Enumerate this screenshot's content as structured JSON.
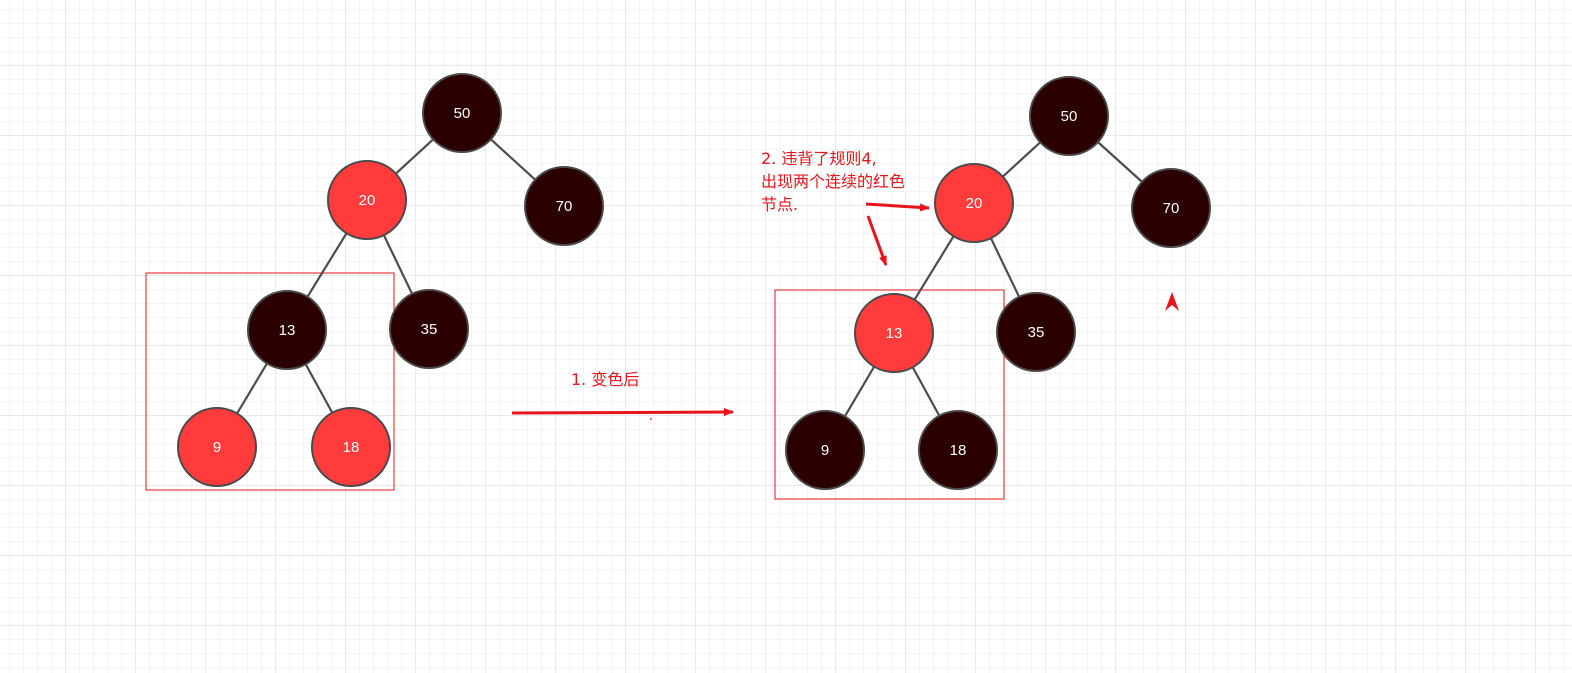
{
  "colors": {
    "black_node": "#2a0000",
    "red_node": "#ff3b3b",
    "node_stroke": "#4a4a4a",
    "edge": "#4d4d4d",
    "annotation": "#e8141b",
    "node_text": "#ffffff"
  },
  "trees": {
    "before": {
      "nodes": [
        {
          "key": "50",
          "color": "black"
        },
        {
          "key": "20",
          "color": "red"
        },
        {
          "key": "70",
          "color": "black"
        },
        {
          "key": "13",
          "color": "black"
        },
        {
          "key": "35",
          "color": "black"
        },
        {
          "key": "9",
          "color": "red"
        },
        {
          "key": "18",
          "color": "red"
        }
      ],
      "edges": [
        [
          "50",
          "20"
        ],
        [
          "50",
          "70"
        ],
        [
          "20",
          "13"
        ],
        [
          "20",
          "35"
        ],
        [
          "13",
          "9"
        ],
        [
          "13",
          "18"
        ]
      ]
    },
    "after": {
      "nodes": [
        {
          "key": "50",
          "color": "black"
        },
        {
          "key": "20",
          "color": "red"
        },
        {
          "key": "70",
          "color": "black"
        },
        {
          "key": "13",
          "color": "red"
        },
        {
          "key": "35",
          "color": "black"
        },
        {
          "key": "9",
          "color": "black"
        },
        {
          "key": "18",
          "color": "black"
        }
      ],
      "edges": [
        [
          "50",
          "20"
        ],
        [
          "50",
          "70"
        ],
        [
          "20",
          "13"
        ],
        [
          "20",
          "35"
        ],
        [
          "13",
          "9"
        ],
        [
          "13",
          "18"
        ]
      ]
    }
  },
  "annotations": {
    "step1": "1. 变色后",
    "step2_lines": [
      "2. 违背了规则4,",
      "出现两个连续的红色",
      "节点."
    ]
  }
}
